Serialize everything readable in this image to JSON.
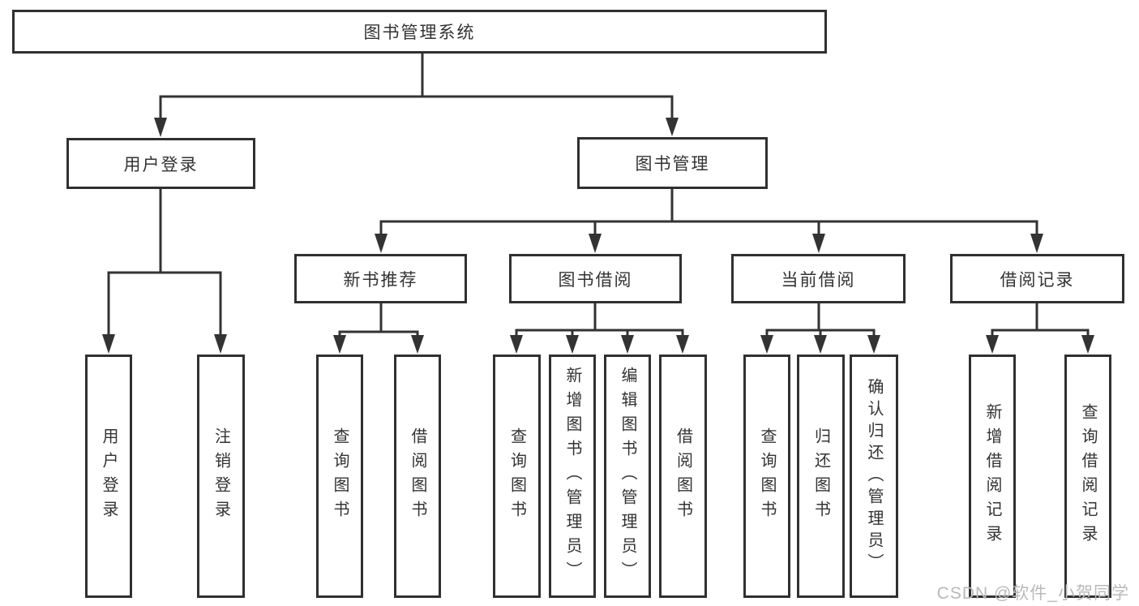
{
  "title": "图书管理系统",
  "watermark": {
    "text": "CSDN @软件_小贺同学"
  },
  "colors": {
    "line": "#333333",
    "box_border": "#303030",
    "box_fill": "#ffffff",
    "text": "#333333",
    "watermark": "#b9b9b9",
    "background": "#ffffff"
  },
  "tree": {
    "root": {
      "label": "图书管理系统",
      "children": [
        {
          "label": "用户登录",
          "children": [
            {
              "label": "用户登录"
            },
            {
              "label": "注销登录"
            }
          ]
        },
        {
          "label": "图书管理",
          "children": [
            {
              "label": "新书推荐",
              "children": [
                {
                  "label": "查询图书"
                },
                {
                  "label": "借阅图书"
                }
              ]
            },
            {
              "label": "图书借阅",
              "children": [
                {
                  "label": "查询图书"
                },
                {
                  "label": "新增图书（管理员）"
                },
                {
                  "label": "编辑图书（管理员）"
                },
                {
                  "label": "借阅图书"
                }
              ]
            },
            {
              "label": "当前借阅",
              "children": [
                {
                  "label": "查询图书"
                },
                {
                  "label": "归还图书"
                },
                {
                  "label": "确认归还（管理员）"
                }
              ]
            },
            {
              "label": "借阅记录",
              "children": [
                {
                  "label": "新增借阅记录"
                },
                {
                  "label": "查询借阅记录"
                }
              ]
            }
          ]
        }
      ]
    }
  }
}
